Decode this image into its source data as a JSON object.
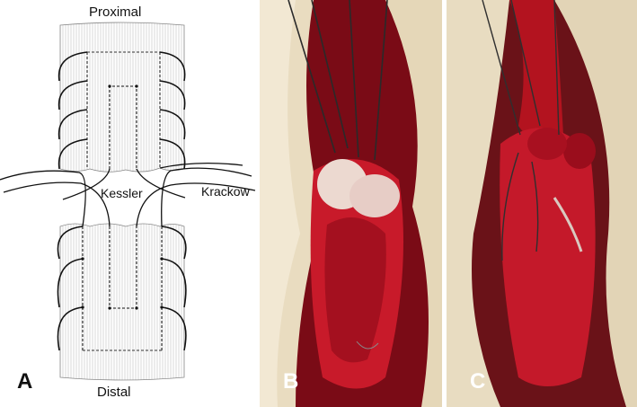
{
  "panel_a": {
    "letter": "A",
    "top_label": "Proximal",
    "bottom_label": "Distal",
    "suture_label_1": "Kessler",
    "suture_label_2": "Krackow"
  },
  "panel_b": {
    "letter": "B"
  },
  "panel_c": {
    "letter": "C"
  },
  "colors": {
    "tendon_line": "#bdbdbd",
    "suture": "#111111",
    "tissue_dark": "#7a0b16",
    "tissue_bright": "#c81a2a",
    "skin": "#e9dcc0",
    "letter_color": "#ffffff"
  }
}
